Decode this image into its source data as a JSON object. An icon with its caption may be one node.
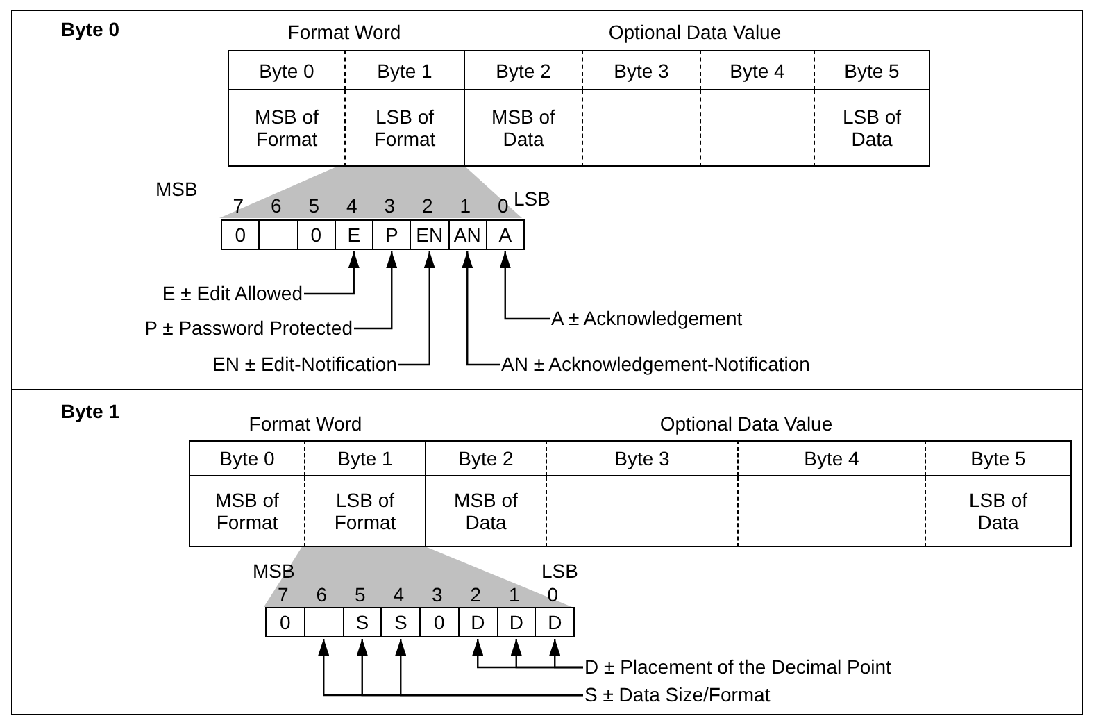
{
  "diagram": {
    "nodes": [
      {
        "text": [
          "Byte 0"
        ]
      },
      {
        "text": [
          "Byte 0"
        ],
        "in": 0
      },
      {
        "text": [
          "Byte 1"
        ],
        "in": 0
      },
      {
        "text": [
          "Byte 2"
        ],
        "in": 0
      },
      {
        "text": [
          "Byte 3"
        ],
        "in": 0
      },
      {
        "text": [
          "Byte 4"
        ],
        "in": 0
      },
      {
        "text": [
          "Byte 5"
        ],
        "in": 0
      },
      {
        "text": [
          "MSB of Format"
        ],
        "in": 0
      },
      {
        "text": [
          "LSB of Format"
        ],
        "in": 0
      },
      {
        "text": [
          "MSB of Data"
        ],
        "in": 0
      },
      {
        "text": [],
        "shape": "box",
        "in": 0
      },
      {
        "text": [],
        "shape": "box",
        "in": 0
      },
      {
        "text": [
          "LSB of Data"
        ],
        "in": 0
      },
      {
        "text": [
          "0"
        ],
        "in": 0
      },
      {
        "text": [],
        "shape": "box",
        "in": 0
      },
      {
        "text": [
          "0"
        ],
        "in": 0
      },
      {
        "text": [
          "E"
        ],
        "in": 0
      },
      {
        "text": [
          "P"
        ],
        "in": 0
      },
      {
        "text": [
          "EN"
        ],
        "in": 0
      },
      {
        "text": [
          "AN"
        ],
        "in": 0
      },
      {
        "text": [
          "A"
        ],
        "in": 0
      },
      {
        "text": [
          "E ± Edit Allowed"
        ],
        "in": 0
      },
      {
        "text": [
          "A ± Acknowledgement"
        ],
        "in": 0
      },
      {
        "text": [
          "P ± Password Protected"
        ],
        "in": 0
      },
      {
        "text": [
          "EN ± Edit-Notification"
        ],
        "in": 0
      },
      {
        "text": [
          "AN ± Acknowledgement-Notification"
        ],
        "in": 0
      },
      {
        "text": [
          "Byte 1"
        ]
      },
      {
        "text": [
          "Byte 0"
        ],
        "in": 26
      },
      {
        "text": [
          "Byte 1"
        ],
        "in": 26
      },
      {
        "text": [
          "Byte 2"
        ],
        "in": 26
      },
      {
        "text": [
          "Byte 3"
        ],
        "in": 26
      },
      {
        "text": [
          "Byte 4"
        ],
        "in": 26
      },
      {
        "text": [
          "Byte 5"
        ],
        "in": 26
      },
      {
        "text": [
          "MSB of Format"
        ],
        "in": 26
      },
      {
        "text": [
          "LSB of Format"
        ],
        "in": 26
      },
      {
        "text": [
          "MSB of Data"
        ],
        "in": 26
      },
      {
        "text": [],
        "shape": "box",
        "in": 26
      },
      {
        "text": [],
        "shape": "box",
        "in": 26
      },
      {
        "text": [
          "LSB of Data"
        ],
        "in": 26
      },
      {
        "text": [
          "0"
        ],
        "in": 26
      },
      {
        "text": [],
        "shape": "box",
        "in": 26
      },
      {
        "text": [
          "S"
        ],
        "in": 26
      },
      {
        "text": [
          "S"
        ],
        "in": 26
      },
      {
        "text": [
          "0"
        ],
        "in": 26
      },
      {
        "text": [
          "D"
        ],
        "in": 26
      },
      {
        "text": [
          "D"
        ],
        "in": 26
      },
      {
        "text": [
          "D"
        ],
        "in": 26
      },
      {
        "text": [
          "D ± Placement of the Decimal Point"
        ],
        "in": 26
      },
      {
        "text": [
          "S ± Data Size/Format"
        ],
        "in": 26
      }
    ],
    "edges": [
      {
        "from": 21,
        "to": 16,
        "arrow": "to"
      },
      {
        "from": 22,
        "to": 20,
        "arrow": "to"
      },
      {
        "from": 23,
        "to": 17,
        "arrow": "to"
      },
      {
        "from": 24,
        "to": 18,
        "arrow": "to"
      },
      {
        "from": 25,
        "to": 19,
        "arrow": "to"
      },
      {
        "from": 47,
        "to": 44,
        "arrow": "to"
      },
      {
        "from": 47,
        "to": 45,
        "arrow": "to"
      },
      {
        "from": 47,
        "to": 46,
        "arrow": "to"
      },
      {
        "from": 48,
        "to": 40,
        "arrow": "to"
      },
      {
        "from": 48,
        "to": 41,
        "arrow": "to"
      },
      {
        "from": 48,
        "to": 42,
        "arrow": "to"
      }
    ],
    "labels": [
      "Format Word",
      "Optional Data Value",
      "MSB",
      "7",
      "6",
      "5",
      "4",
      "3",
      "2",
      "1",
      "0",
      "LSB",
      "Format Word",
      "Optional Data Value",
      "MSB",
      "7",
      "6",
      "5",
      "4",
      "3",
      "2",
      "1",
      "0",
      "LSB"
    ]
  }
}
